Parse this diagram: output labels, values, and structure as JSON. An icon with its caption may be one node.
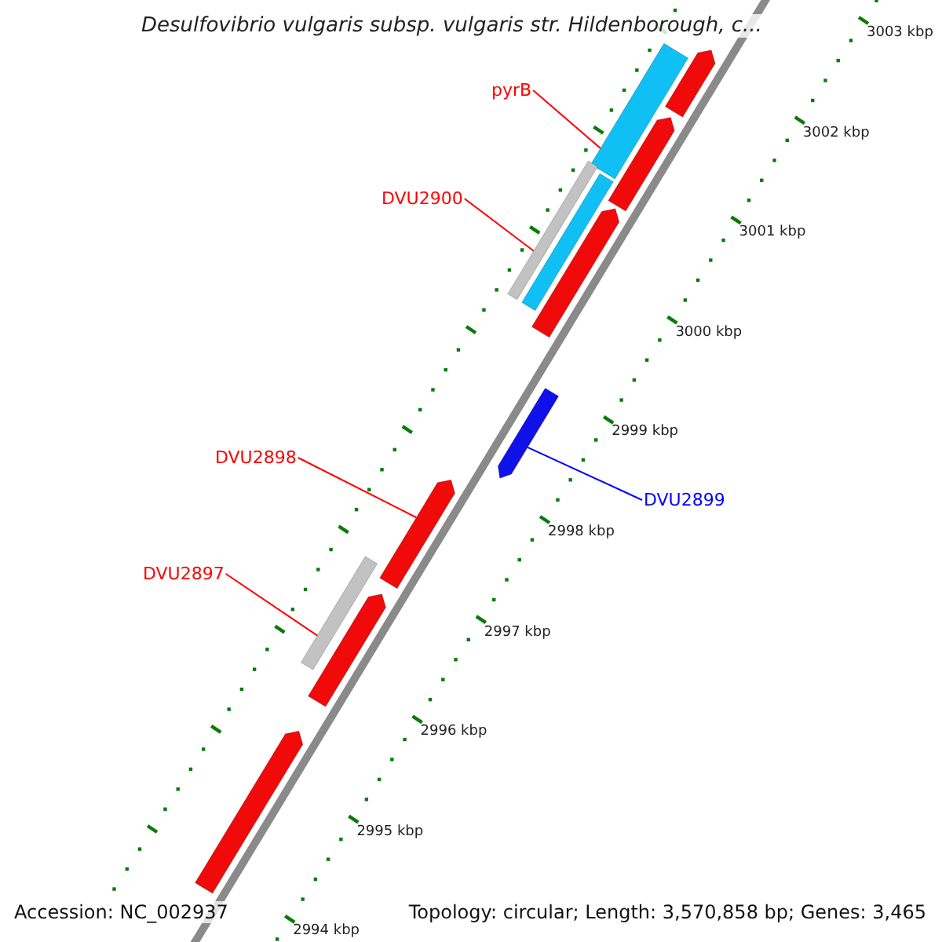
{
  "diagram": {
    "title": "Desulfovibrio vulgaris subsp. vulgaris str. Hildenborough, c...",
    "nodes": [
      {
        "text": [
          "pyrB"
        ]
      },
      {
        "text": [],
        "shape": "bar"
      },
      {
        "text": [
          "DVU2900"
        ]
      },
      {
        "text": [],
        "shape": "bar"
      },
      {
        "text": [
          "DVU2898"
        ]
      },
      {
        "text": [],
        "shape": "bar"
      },
      {
        "text": [
          "DVU2897"
        ]
      },
      {
        "text": [],
        "shape": "bar"
      },
      {
        "text": [
          "DVU2899"
        ]
      },
      {
        "text": [],
        "shape": "bar"
      },
      {
        "text": [],
        "shape": "bar"
      },
      {
        "text": [],
        "shape": "bar"
      },
      {
        "text": [],
        "shape": "bar"
      },
      {
        "text": [],
        "shape": "bar"
      },
      {
        "text": [],
        "shape": "bar"
      },
      {
        "text": [],
        "shape": "bar"
      }
    ],
    "edges": [
      {
        "from": 0,
        "to": 1,
        "arrow": "none"
      },
      {
        "from": 2,
        "to": 3,
        "arrow": "none"
      },
      {
        "from": 4,
        "to": 5,
        "arrow": "none"
      },
      {
        "from": 6,
        "to": 7,
        "arrow": "none"
      },
      {
        "from": 8,
        "to": 9,
        "arrow": "none",
        "color": "#0000ff"
      }
    ],
    "labels": [
      "3003 kbp",
      "3002 kbp",
      "3001 kbp",
      "3000 kbp",
      "2999 kbp",
      "2998 kbp",
      "2997 kbp",
      "2996 kbp",
      "2995 kbp",
      "2994 kbp",
      "Accession: NC_002937",
      "Topology: circular; Length: 3,570,858 bp; Genes: 3,465"
    ]
  }
}
